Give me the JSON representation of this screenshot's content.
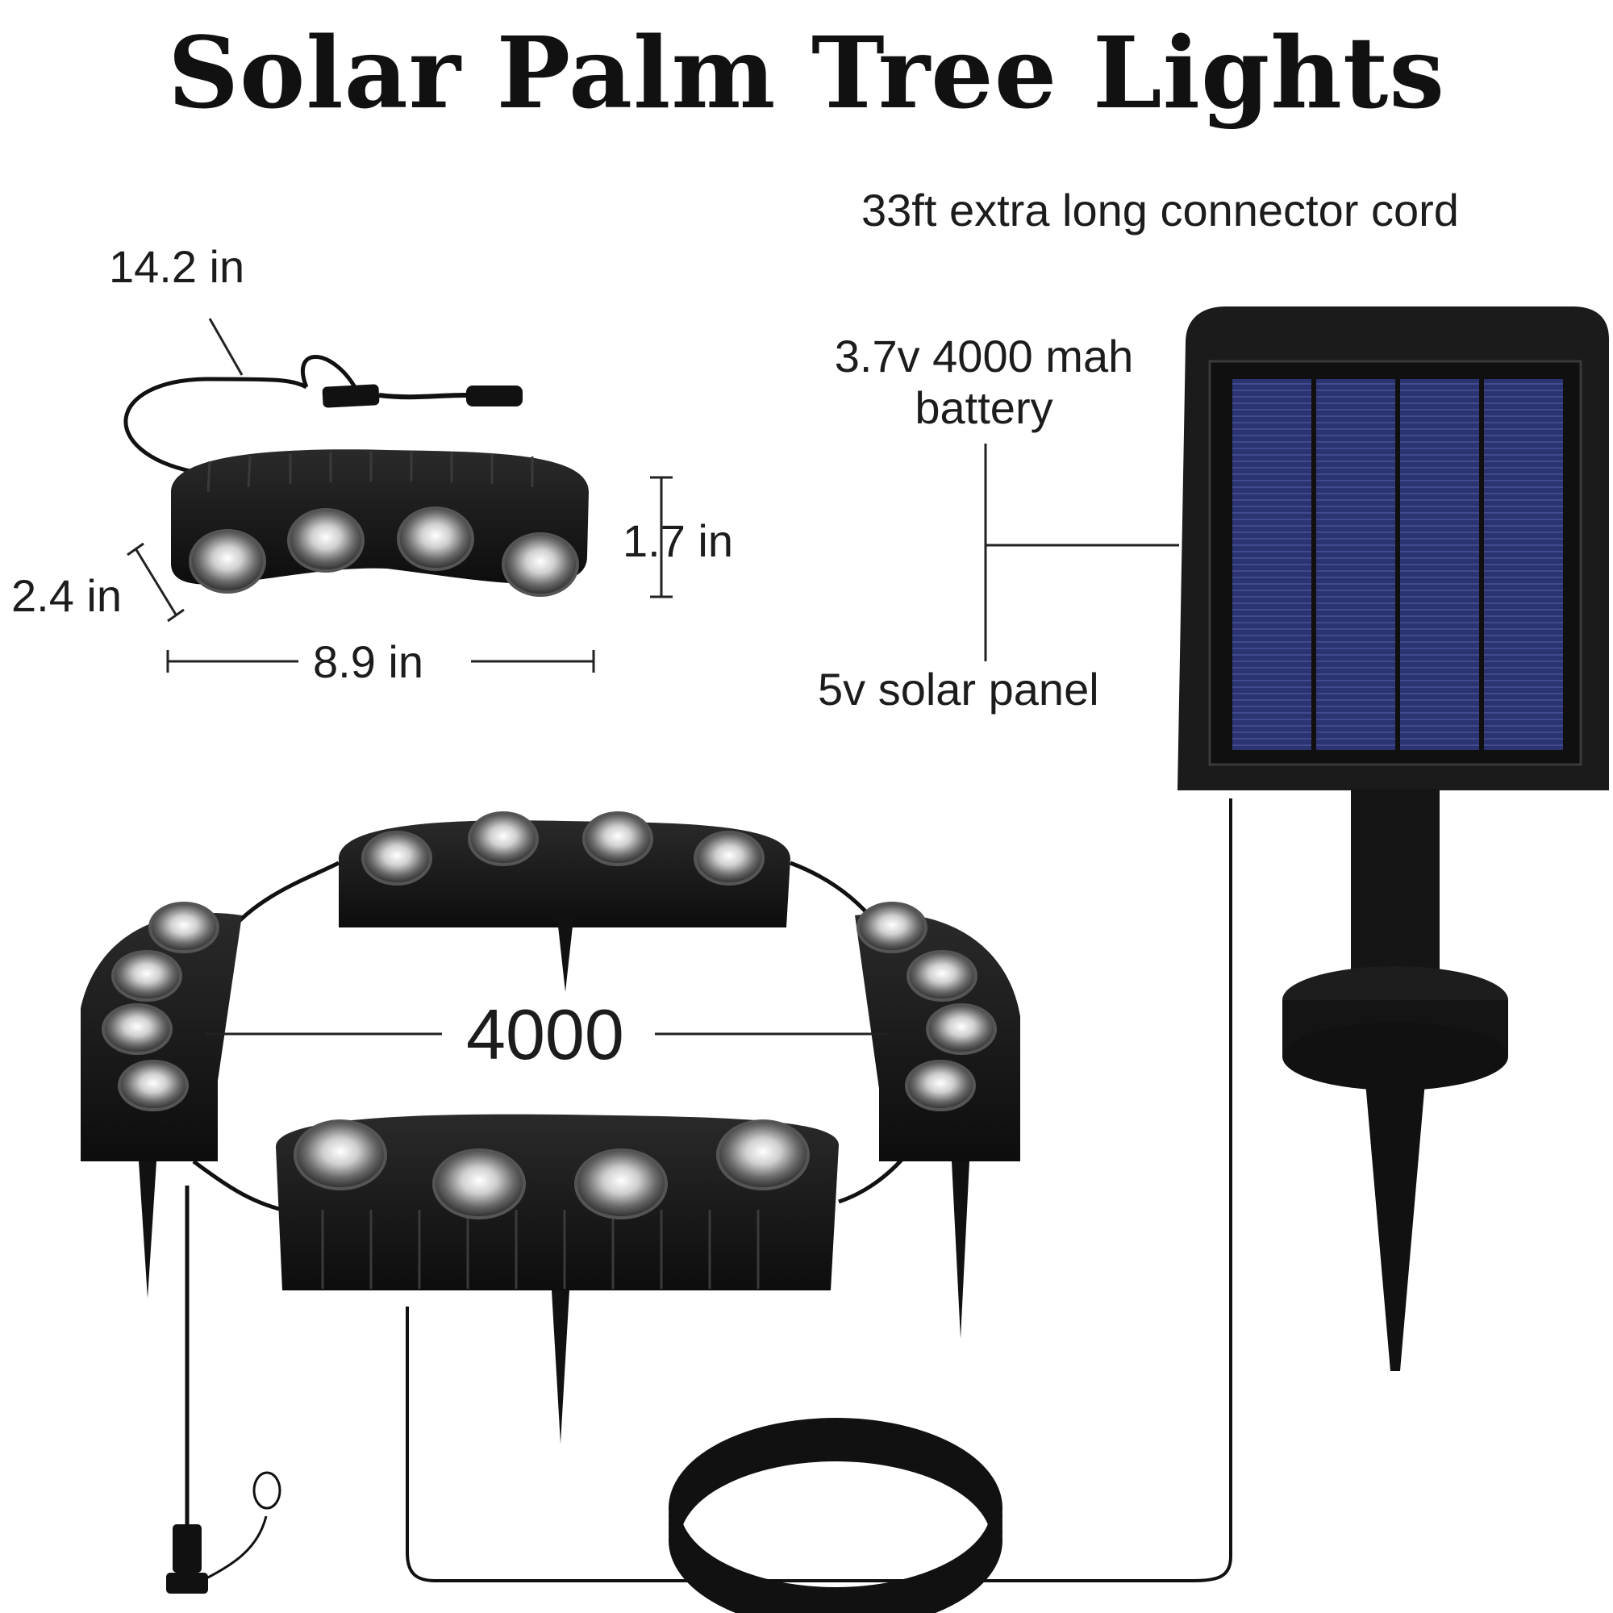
{
  "title": "Solar Palm Tree Lights",
  "labels": {
    "cord": "33ft extra long connector cord",
    "cable_length": "14.2 in",
    "height": "1.7 in",
    "depth": "2.4 in",
    "width": "8.9 in",
    "battery": "3.7v 4000 mah battery",
    "panel": "5v solar panel",
    "circle": "4000"
  },
  "colors": {
    "product": "#141414",
    "panel_cells": "#2b3470",
    "line": "#222222"
  },
  "illustration": {
    "light_unit_icon": "curved-4-led-light-unit-icon",
    "solar_panel_icon": "solar-panel-stake-icon",
    "cord_icon": "coiled-cable-icon",
    "plug_icon": "waterproof-connector-icon"
  }
}
